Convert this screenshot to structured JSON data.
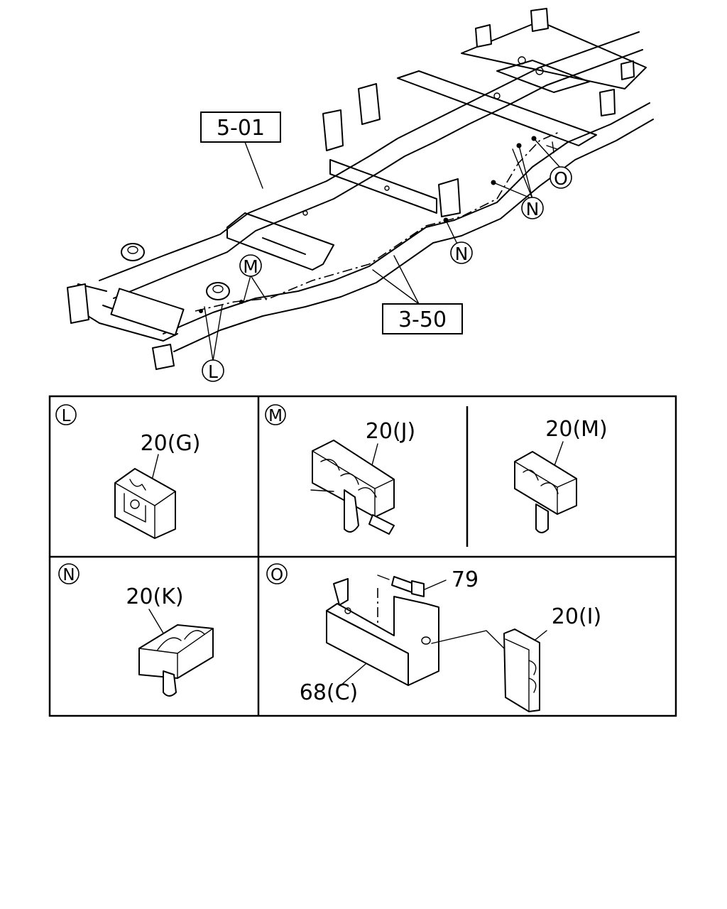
{
  "overview": {
    "ref_frame": "5-01",
    "ref_pipe": "3-50",
    "callouts": [
      "L",
      "M",
      "N",
      "N",
      "O"
    ]
  },
  "panels": [
    {
      "letter": "L",
      "parts": [
        "20(G)"
      ]
    },
    {
      "letter": "M",
      "parts": [
        "20(J)",
        "20(M)"
      ]
    },
    {
      "letter": "N",
      "parts": [
        "20(K)"
      ]
    },
    {
      "letter": "O",
      "parts": [
        "79",
        "20(I)",
        "68(C)"
      ]
    }
  ]
}
